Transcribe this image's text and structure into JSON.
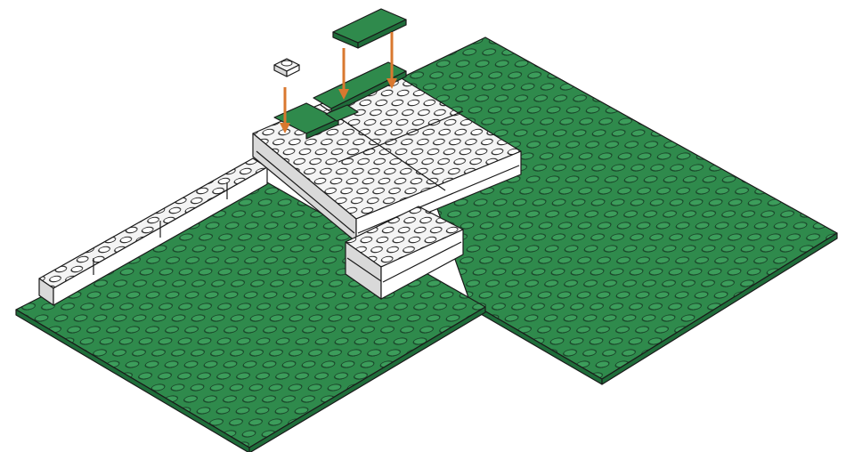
{
  "illustration": {
    "title": "",
    "colors": {
      "baseplate_top": "#2f8a4c",
      "baseplate_edge": "#1f6d3a",
      "stud_top": "#3a9a58",
      "brick_top": "#f4f4f4",
      "brick_side": "#d9d9d9",
      "brick_front": "#ffffff",
      "green_tile": "#2f8a4c",
      "arrow": "#d9782f"
    },
    "parts": [
      {
        "name": "green-tile",
        "icon": "tile-2x4"
      },
      {
        "name": "white-plate",
        "icon": "plate-1x1"
      },
      {
        "name": "green-tiles-placed",
        "icon": "tile-1x2"
      }
    ],
    "arrows": [
      {
        "name": "arrow-1x1",
        "direction": "down"
      },
      {
        "name": "arrow-tile-left",
        "direction": "down"
      },
      {
        "name": "arrow-tile-right",
        "direction": "down"
      }
    ]
  }
}
